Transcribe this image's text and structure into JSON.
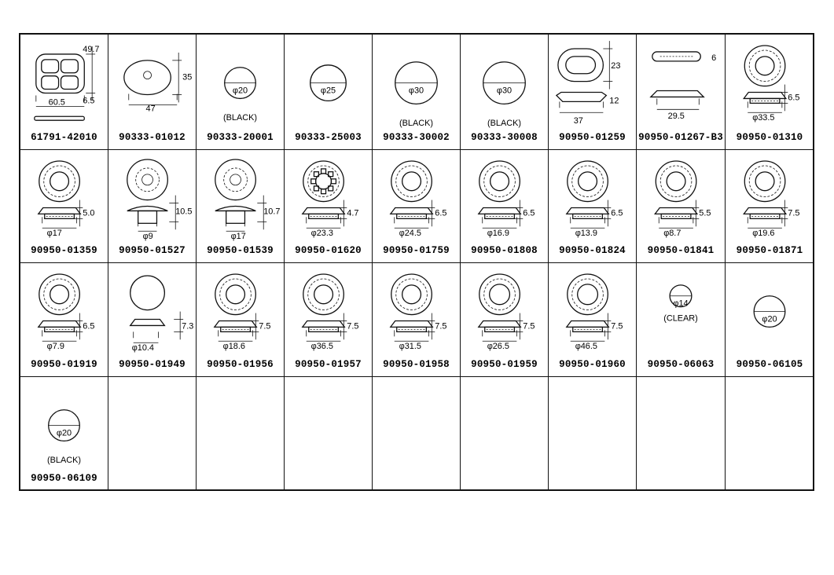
{
  "parts": [
    {
      "part_no": "61791-42010",
      "kind": "square4",
      "dims": [
        "49.7",
        "60.5",
        "6.5"
      ]
    },
    {
      "part_no": "90333-01012",
      "kind": "oval",
      "dims": [
        "35",
        "47"
      ]
    },
    {
      "part_no": "90333-20001",
      "kind": "disc",
      "dims": [
        "φ20"
      ],
      "note": "(BLACK)"
    },
    {
      "part_no": "90333-25003",
      "kind": "disc",
      "dims": [
        "φ25"
      ]
    },
    {
      "part_no": "90333-30002",
      "kind": "disc",
      "dims": [
        "φ30"
      ],
      "note": "(BLACK)"
    },
    {
      "part_no": "90333-30008",
      "kind": "disc",
      "dims": [
        "φ30"
      ],
      "note": "(BLACK)"
    },
    {
      "part_no": "90950-01259",
      "kind": "longoval",
      "dims": [
        "23",
        "12",
        "37"
      ]
    },
    {
      "part_no": "90950-01267-B3",
      "kind": "longoval2",
      "dims": [
        "6",
        "29.5"
      ]
    },
    {
      "part_no": "90950-01310",
      "kind": "grommet",
      "dims": [
        "6.5",
        "φ33.5"
      ]
    },
    {
      "part_no": "90950-01359",
      "kind": "grommet",
      "dims": [
        "5.0",
        "φ17"
      ]
    },
    {
      "part_no": "90950-01527",
      "kind": "plug",
      "dims": [
        "10.5",
        "φ9"
      ]
    },
    {
      "part_no": "90950-01539",
      "kind": "plug",
      "dims": [
        "10.7",
        "φ17"
      ]
    },
    {
      "part_no": "90950-01620",
      "kind": "gear",
      "dims": [
        "4.7",
        "φ23.3"
      ]
    },
    {
      "part_no": "90950-01759",
      "kind": "grommet",
      "dims": [
        "6.5",
        "φ24.5"
      ]
    },
    {
      "part_no": "90950-01808",
      "kind": "grommet",
      "dims": [
        "6.5",
        "φ16.9"
      ]
    },
    {
      "part_no": "90950-01824",
      "kind": "grommet",
      "dims": [
        "6.5",
        "φ13.9"
      ]
    },
    {
      "part_no": "90950-01841",
      "kind": "grommet",
      "dims": [
        "5.5",
        "φ8.7"
      ]
    },
    {
      "part_no": "90950-01871",
      "kind": "grommet",
      "dims": [
        "7.5",
        "φ19.6"
      ]
    },
    {
      "part_no": "90950-01919",
      "kind": "grommet",
      "dims": [
        "6.5",
        "φ7.9"
      ]
    },
    {
      "part_no": "90950-01949",
      "kind": "clip",
      "dims": [
        "7.3",
        "φ10.4"
      ]
    },
    {
      "part_no": "90950-01956",
      "kind": "grommet",
      "dims": [
        "7.5",
        "φ18.6"
      ]
    },
    {
      "part_no": "90950-01957",
      "kind": "grommet",
      "dims": [
        "7.5",
        "φ36.5"
      ]
    },
    {
      "part_no": "90950-01958",
      "kind": "grommet",
      "dims": [
        "7.5",
        "φ31.5"
      ]
    },
    {
      "part_no": "90950-01959",
      "kind": "cross",
      "dims": [
        "7.5",
        "φ26.5"
      ]
    },
    {
      "part_no": "90950-01960",
      "kind": "cross",
      "dims": [
        "7.5",
        "φ46.5"
      ]
    },
    {
      "part_no": "90950-06063",
      "kind": "smalldisc",
      "dims": [
        "φ14"
      ],
      "note": "(CLEAR)"
    },
    {
      "part_no": "90950-06105",
      "kind": "disc",
      "dims": [
        "φ20"
      ]
    },
    {
      "part_no": "90950-06109",
      "kind": "disc",
      "dims": [
        "φ20"
      ],
      "note": "(BLACK)"
    }
  ]
}
